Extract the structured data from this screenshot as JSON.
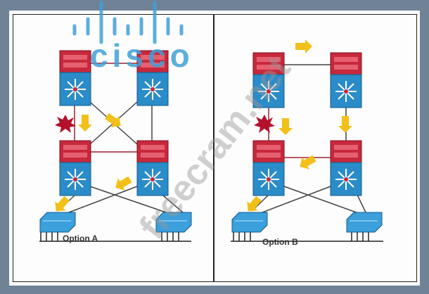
{
  "options": [
    {
      "label": "Option A"
    },
    {
      "label": "Option B"
    }
  ],
  "watermarks": {
    "logo": "cisco",
    "site": "freecram.net"
  },
  "colors": {
    "background": "#6f8296",
    "router_red": "#c8283c",
    "switch_blue": "#2a8cc8",
    "arrow": "#f2c018",
    "failure": "#b3122a"
  }
}
